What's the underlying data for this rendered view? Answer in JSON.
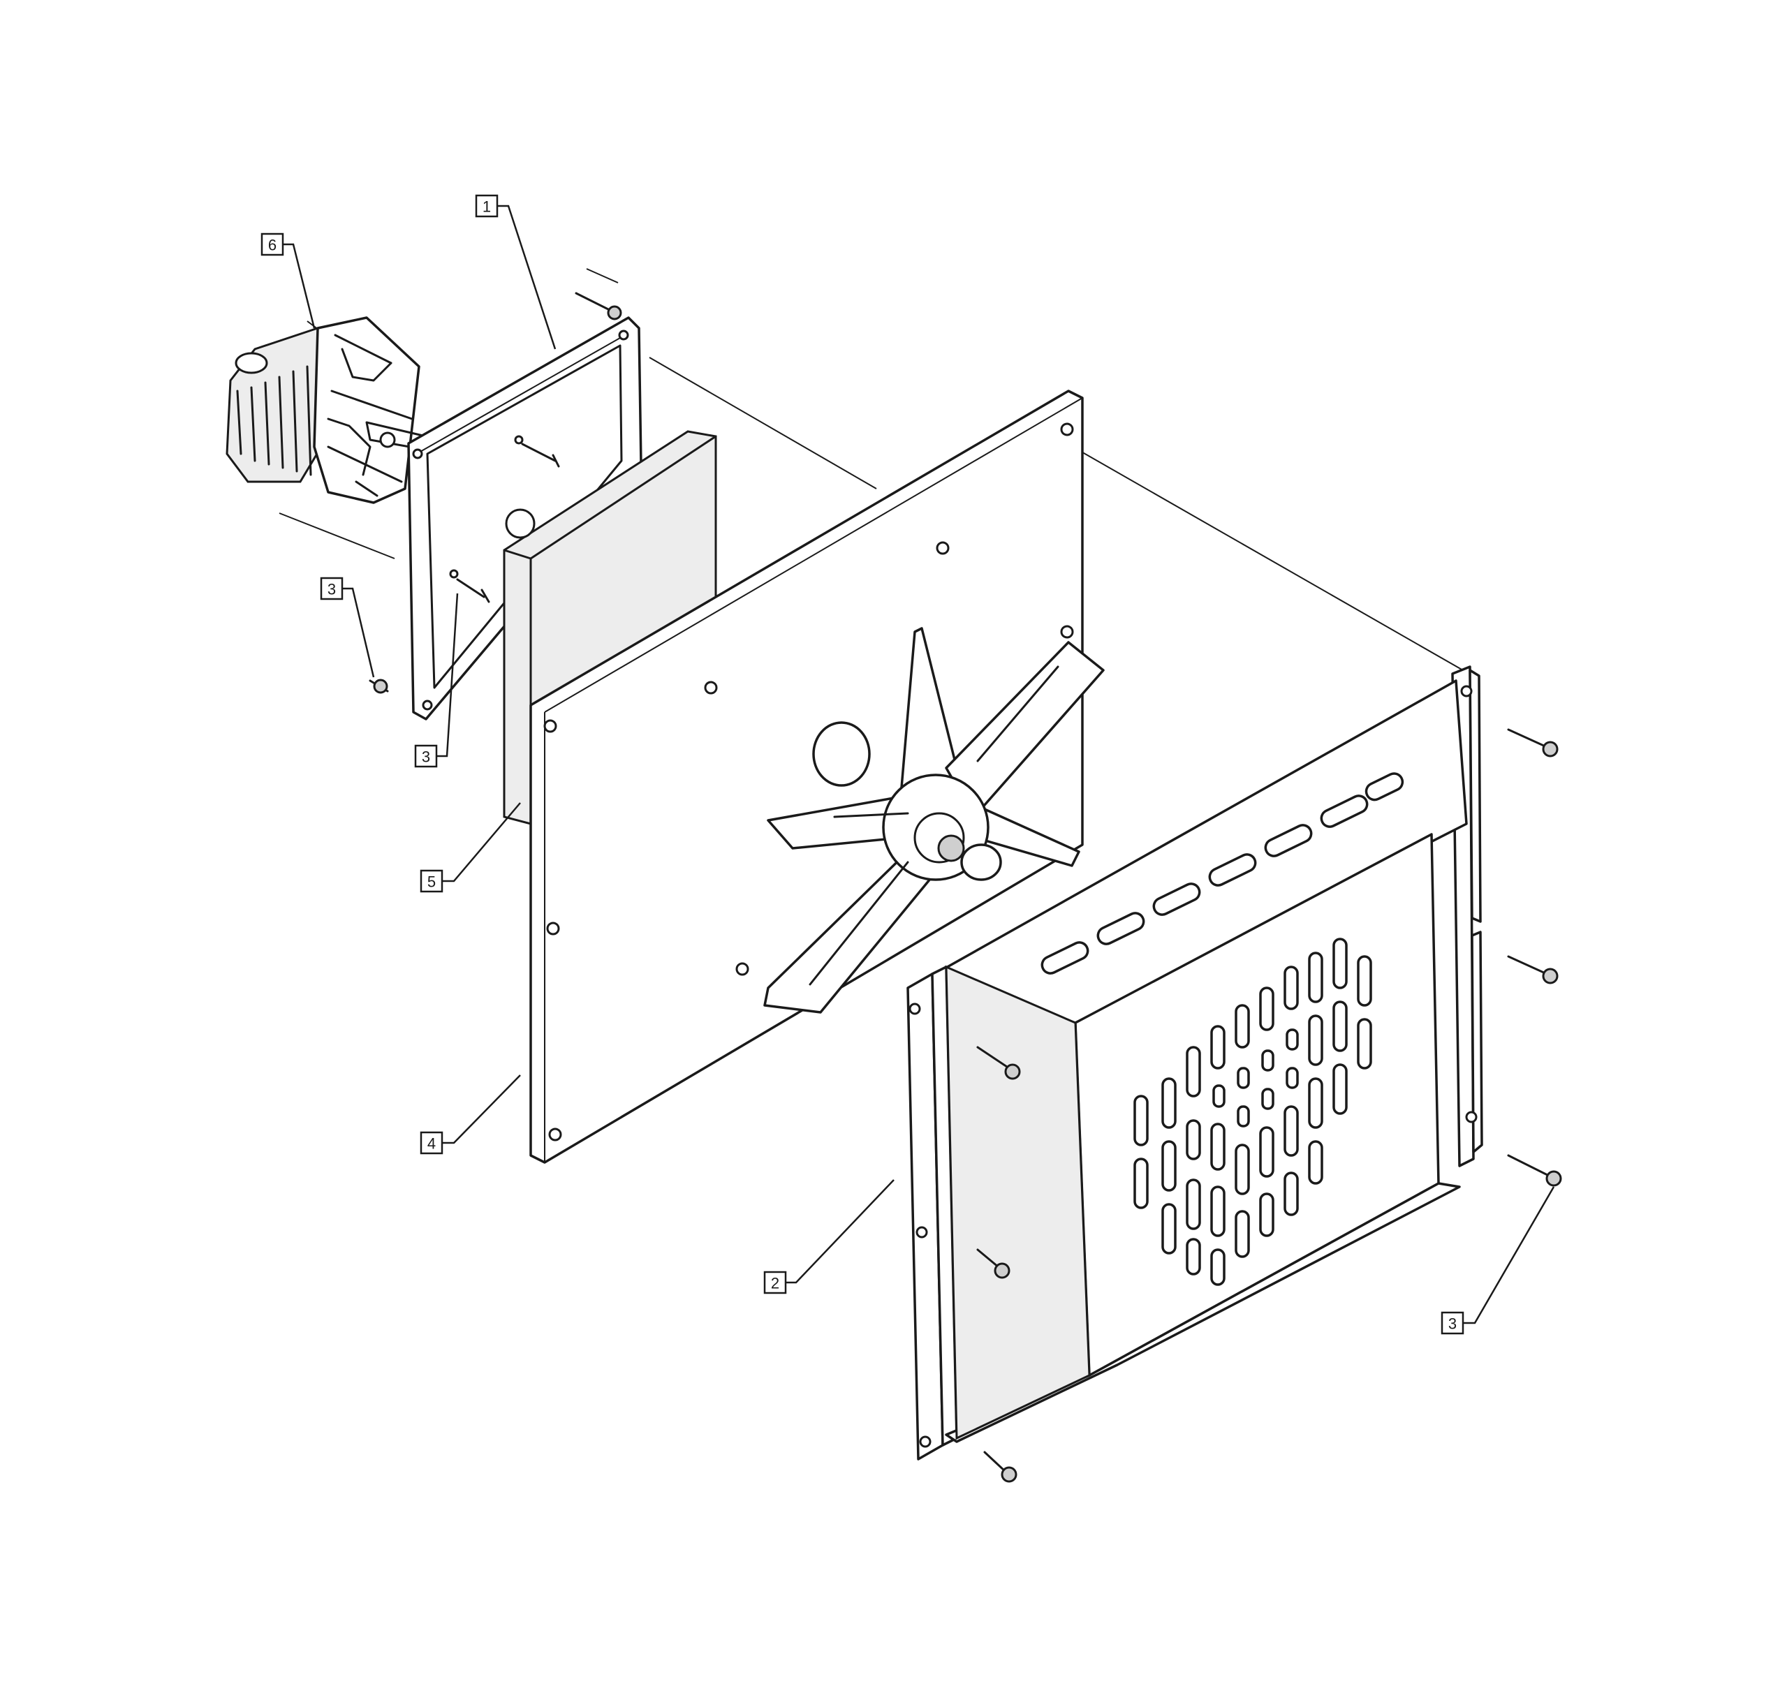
{
  "diagram": {
    "type": "exploded-parts-diagram",
    "callouts": [
      {
        "label": "1"
      },
      {
        "label": "6"
      },
      {
        "label": "3"
      },
      {
        "label": "3"
      },
      {
        "label": "5"
      },
      {
        "label": "4"
      },
      {
        "label": "2"
      },
      {
        "label": "3"
      }
    ]
  }
}
